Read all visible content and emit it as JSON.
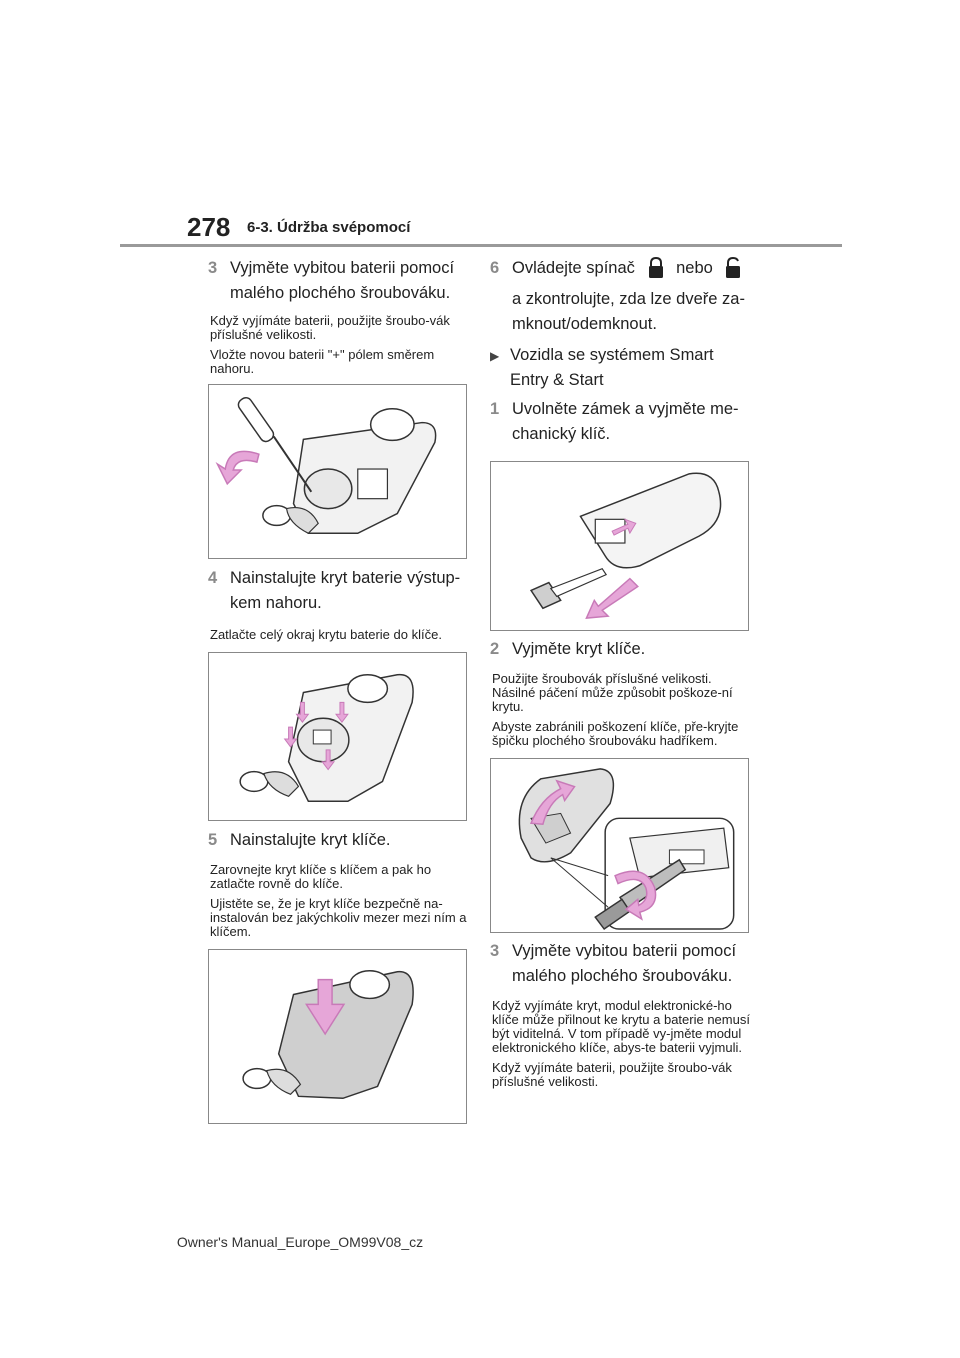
{
  "header": {
    "page_number": "278",
    "section": "6-3. Údržba svépomocí"
  },
  "left": {
    "step3": {
      "num": "3",
      "text": "Vyjměte vybitou baterii pomocí malého plochého šroubováku."
    },
    "step3_notes": [
      "Když vyjímáte baterii, použijte šroubo-vák příslušné velikosti.",
      "Vložte novou baterii \"+\" pólem směrem nahoru."
    ],
    "step4": {
      "num": "4",
      "text": "Nainstalujte kryt baterie výstup-kem nahoru."
    },
    "step4_notes": [
      "Zatlačte celý okraj krytu baterie do klíče."
    ],
    "step5": {
      "num": "5",
      "text": "Nainstalujte kryt klíče."
    },
    "step5_notes": [
      "Zarovnejte kryt klíče s klíčem a pak ho zatlačte rovně do klíče.",
      "Ujistěte se, že je kryt klíče bezpečně na-instalován bez jakýchkoliv mezer mezi ním a klíčem."
    ]
  },
  "right": {
    "step6": {
      "num": "6",
      "text_before": "Ovládejte spínač",
      "text_mid": "nebo",
      "text_after": "a zkontrolujte, zda lze dveře za-mknout/odemknout."
    },
    "bullet": "Vozidla se systémem Smart Entry & Start",
    "step1": {
      "num": "1",
      "text": "Uvolněte zámek a vyjměte me-chanický klíč."
    },
    "step2": {
      "num": "2",
      "text": "Vyjměte kryt klíče."
    },
    "step2_notes": [
      "Použijte šroubovák příslušné velikosti. Násilné páčení může způsobit poškoze-ní krytu.",
      "Abyste zabránili poškození klíče, pře-kryjte špičku plochého šroubováku hadříkem."
    ],
    "step3": {
      "num": "3",
      "text": "Vyjměte vybitou baterii pomocí malého plochého šroubováku."
    },
    "step3_notes": [
      "Když vyjímáte kryt, modul elektronické-ho klíče může přilnout ke krytu a baterie nemusí být viditelná. V tom případě vy-jměte modul elektronického klíče, abys-te baterii vyjmuli.",
      "Když vyjímáte baterii, použijte šroubo-vák příslušné velikosti."
    ]
  },
  "footer": {
    "text": "Owner's Manual_Europe_OM99V08_cz"
  },
  "colors": {
    "arrow": "#c87ab8",
    "arrow_fill": "#e6a6d8",
    "step_number": "#8a8a8a",
    "rule": "#9a9a9a"
  },
  "icons": [
    "lock-icon",
    "unlock-icon",
    "screwdriver-icon",
    "key-icon",
    "arrow-icon"
  ]
}
